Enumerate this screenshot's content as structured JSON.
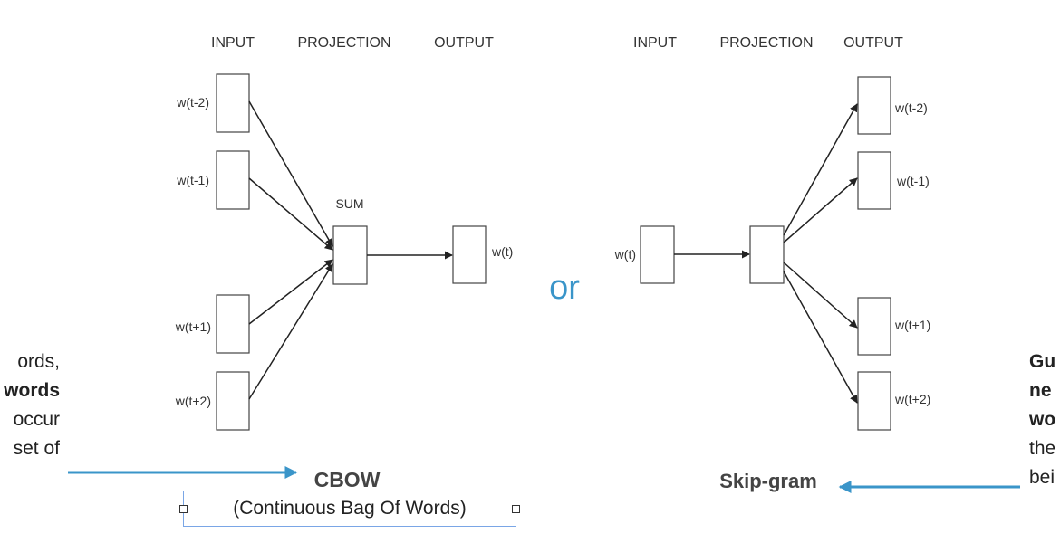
{
  "cbow": {
    "headers": {
      "input": "INPUT",
      "projection": "PROJECTION",
      "output": "OUTPUT"
    },
    "inputs": [
      "w(t-2)",
      "w(t-1)",
      "w(t+1)",
      "w(t+2)"
    ],
    "projection_label": "SUM",
    "output": "w(t)",
    "title": "CBOW",
    "subtitle": "(Continuous Bag Of Words)"
  },
  "separator": "or",
  "skipgram": {
    "headers": {
      "input": "INPUT",
      "projection": "PROJECTION",
      "output": "OUTPUT"
    },
    "input": "w(t)",
    "outputs": [
      "w(t-2)",
      "w(t-1)",
      "w(t+1)",
      "w(t+2)"
    ],
    "title": "Skip-gram"
  },
  "left_text": {
    "line1": "ords,",
    "line2": "words",
    "line3": "occur",
    "line4": "set of"
  },
  "right_text": {
    "line1": "Gu",
    "line2": "ne",
    "line3": "wo",
    "line4": "the",
    "line5": "bei"
  },
  "colors": {
    "accent": "#3a95c9",
    "caption_border": "#7aa6e6"
  }
}
